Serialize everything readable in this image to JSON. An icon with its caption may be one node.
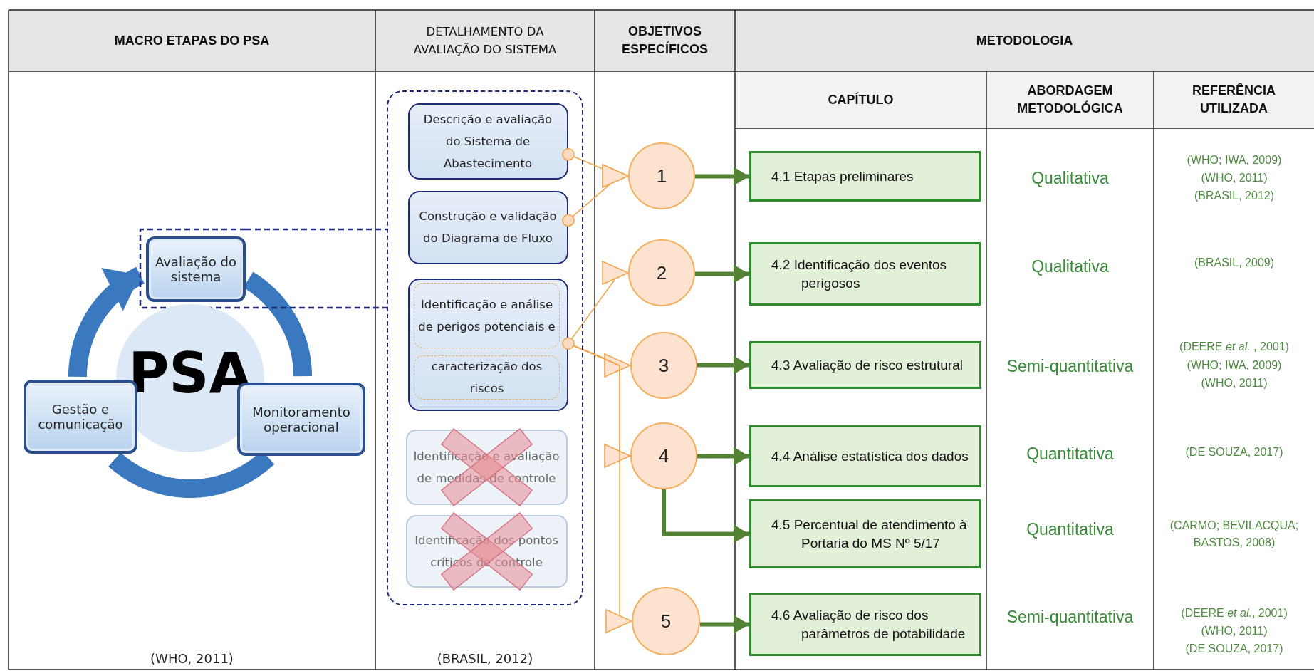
{
  "diagram": {
    "nodes": [
      {
        "text": [
          "Avaliação do sistema"
        ]
      },
      {
        "text": [
          "PSA"
        ]
      },
      {
        "text": [
          "Gestão e comunicação"
        ]
      },
      {
        "text": [
          "Monitoramento operacional"
        ]
      },
      {
        "text": [],
        "shape": "box"
      },
      {
        "text": [
          "Descrição e avaliação do Sistema de Abastecimento"
        ],
        "in": 4
      },
      {
        "text": [
          "Construção e validação do Diagrama de Fluxo"
        ],
        "in": 4
      },
      {
        "text": [],
        "shape": "box",
        "in": 4
      },
      {
        "text": [
          "Identificação e análise de perigos potenciais e"
        ],
        "in": 7
      },
      {
        "text": [
          "caracterização dos riscos"
        ],
        "in": 7
      },
      {
        "text": [
          "Identificação e avaliação de medidas de controle"
        ],
        "in": 4
      },
      {
        "text": [
          "Identificação dos pontos críticos de controle"
        ],
        "in": 4
      },
      {
        "text": [
          "1"
        ]
      },
      {
        "text": [
          "2"
        ]
      },
      {
        "text": [
          "3"
        ]
      },
      {
        "text": [
          "4"
        ]
      },
      {
        "text": [
          "5"
        ]
      },
      {
        "text": [
          "4.1 Etapas preliminares"
        ]
      },
      {
        "text": [
          "4.2 Identificação dos eventos perigosos"
        ]
      },
      {
        "text": [
          "4.3 Avaliação de risco estrutural"
        ]
      },
      {
        "text": [
          "4.4 Análise estatística dos dados"
        ]
      },
      {
        "text": [
          "4.5 Percentual de atendimento à Portaria do MS Nº 5/17"
        ]
      },
      {
        "text": [
          "4.6 Avaliação de risco dos parâmetros de potabilidade"
        ]
      }
    ],
    "edges": [
      {
        "from": 2,
        "to": 0,
        "arrow": "to",
        "style": "thick",
        "color": "#3a78c0"
      },
      {
        "from": 0,
        "to": 3,
        "arrow": "none",
        "style": "thick",
        "color": "#3a78c0"
      },
      {
        "from": 3,
        "to": 2,
        "arrow": "none",
        "style": "thick",
        "color": "#3a78c0"
      },
      {
        "from": 0,
        "to": 4,
        "arrow": "none",
        "style": "dashed",
        "color": "#1f2a78"
      },
      {
        "from": 5,
        "to": 12,
        "arrow": "to",
        "color": "#f2a54a"
      },
      {
        "from": 6,
        "to": 12,
        "arrow": "to",
        "color": "#f2a54a"
      },
      {
        "from": 7,
        "to": 13,
        "arrow": "to",
        "color": "#f2a54a"
      },
      {
        "from": 7,
        "to": 14,
        "arrow": "to",
        "color": "#f2a54a"
      },
      {
        "from": 7,
        "to": 15,
        "arrow": "to",
        "color": "#f2a54a"
      },
      {
        "from": 7,
        "to": 16,
        "arrow": "to",
        "color": "#f2a54a"
      },
      {
        "from": 12,
        "to": 17,
        "arrow": "to",
        "color": "#548235"
      },
      {
        "from": 13,
        "to": 18,
        "arrow": "to",
        "color": "#548235"
      },
      {
        "from": 14,
        "to": 19,
        "arrow": "to",
        "color": "#548235"
      },
      {
        "from": 15,
        "to": 20,
        "arrow": "to",
        "color": "#548235"
      },
      {
        "from": 15,
        "to": 21,
        "arrow": "to",
        "color": "#548235"
      },
      {
        "from": 16,
        "to": 22,
        "arrow": "to",
        "color": "#548235"
      }
    ],
    "labels": [
      "MACRO ETAPAS DO PSA",
      "DETALHAMENTO DA AVALIAÇÃO DO SISTEMA",
      "OBJETIVOS ESPECÍFICOS",
      "METODOLOGIA",
      "CAPÍTULO",
      "ABORDAGEM METODOLÓGICA",
      "REFERÊNCIA UTILIZADA",
      "Qualitativa",
      "(WHO; IWA, 2009)",
      "(WHO, 2011)",
      "(BRASIL, 2012)",
      "Qualitativa",
      "(BRASIL, 2009)",
      "Semi-quantitativa",
      "(DEERE *et al.* , 2001)",
      "(WHO; IWA, 2009)",
      "(WHO, 2011)",
      "Quantitativa",
      "(DE SOUZA, 2017)",
      "Quantitativa",
      "(CARMO; BEVILACQUA; BASTOS, 2008)",
      "Semi-quantitativa",
      "(DEERE *et al.*, 2001)",
      "(WHO, 2011)",
      "(DE SOUZA, 2017)",
      "(WHO, 2011)",
      "(BRASIL, 2012)"
    ]
  }
}
